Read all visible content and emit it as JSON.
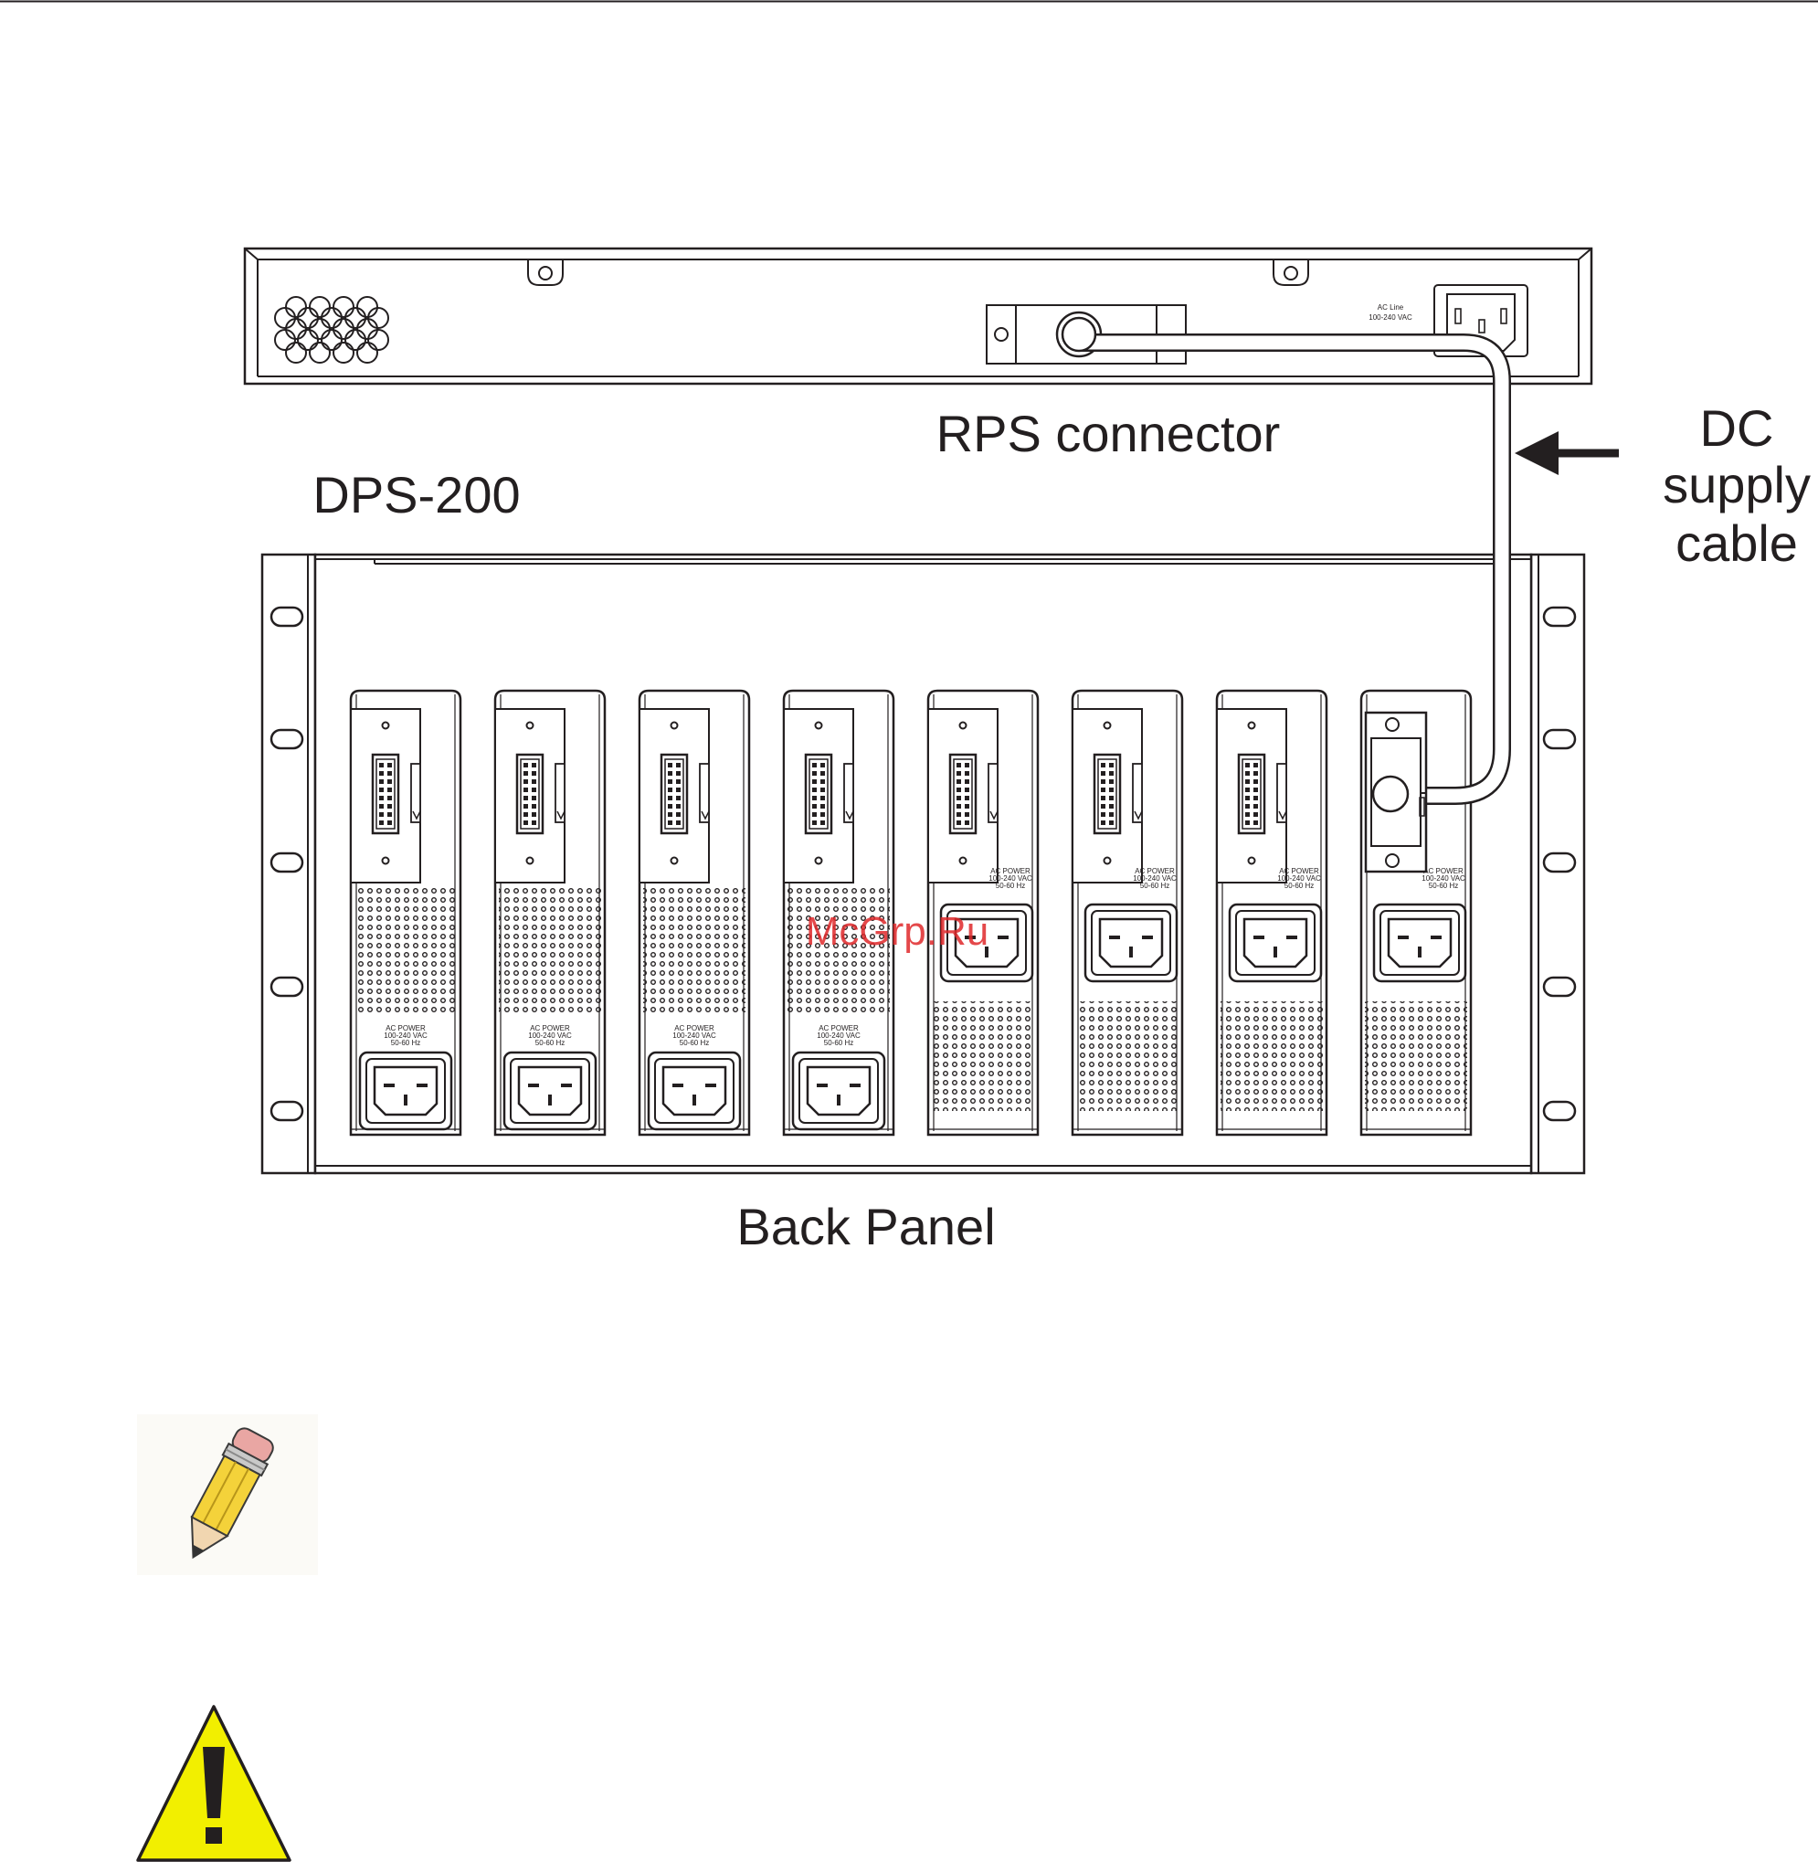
{
  "labels": {
    "rps_connector": "RPS connector",
    "dps_200": "DPS-200",
    "dc_supply_cable": [
      "DC",
      "supply",
      "cable"
    ],
    "back_panel": "Back Panel",
    "switch_ac_line": [
      "AC Line",
      "100-240 VAC"
    ]
  },
  "module_ac_power_text": [
    "AC POWER",
    "100-240 VAC",
    "50-60 Hz"
  ],
  "modules": [
    {
      "index": 1,
      "layout": "ac-inlet-bottom"
    },
    {
      "index": 2,
      "layout": "ac-inlet-bottom"
    },
    {
      "index": 3,
      "layout": "ac-inlet-bottom"
    },
    {
      "index": 4,
      "layout": "ac-inlet-bottom"
    },
    {
      "index": 5,
      "layout": "ac-inlet-middle"
    },
    {
      "index": 6,
      "layout": "ac-inlet-middle"
    },
    {
      "index": 7,
      "layout": "ac-inlet-middle"
    },
    {
      "index": 8,
      "layout": "ac-inlet-middle",
      "connected": true
    }
  ],
  "watermark": "McGrp.Ru",
  "icons": {
    "note": "pencil-icon",
    "caution": "warning-triangle-icon"
  },
  "colors": {
    "line": "#231f20",
    "warning_fill": "#f2ef00",
    "watermark": "#e0292b"
  }
}
